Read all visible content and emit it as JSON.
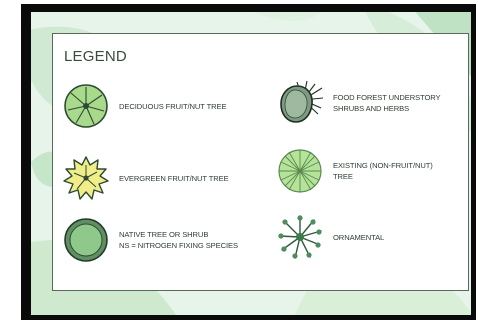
{
  "legend": {
    "title": "LEGEND",
    "entries": [
      {
        "icon": "deciduous-fruit-nut-tree-icon",
        "line1": "DECIDUOUS FRUIT/NUT TREE",
        "line2": ""
      },
      {
        "icon": "evergreen-fruit-nut-tree-icon",
        "line1": "EVERGREEN FRUIT/NUT TREE",
        "line2": ""
      },
      {
        "icon": "native-tree-or-shrub-icon",
        "line1": "NATIVE TREE OR SHRUB",
        "line2": "NS = NITROGEN FIXING SPECIES"
      },
      {
        "icon": "food-forest-understory-icon",
        "line1": "FOOD FOREST UNDERSTORY",
        "line2": "SHRUBS AND HERBS"
      },
      {
        "icon": "existing-tree-icon",
        "line1": "EXISTING (NON-FRUIT/NUT)",
        "line2": "TREE"
      },
      {
        "icon": "ornamental-icon",
        "line1": "ORNAMENTAL",
        "line2": ""
      }
    ]
  },
  "colors": {
    "frame": "#0a0a0a",
    "background": "#e6f4ea",
    "light_green": "#a9d98a",
    "yellow": "#f1ee8a",
    "native_green": "#7fbf7b",
    "dark_outline": "#2e4a34"
  }
}
